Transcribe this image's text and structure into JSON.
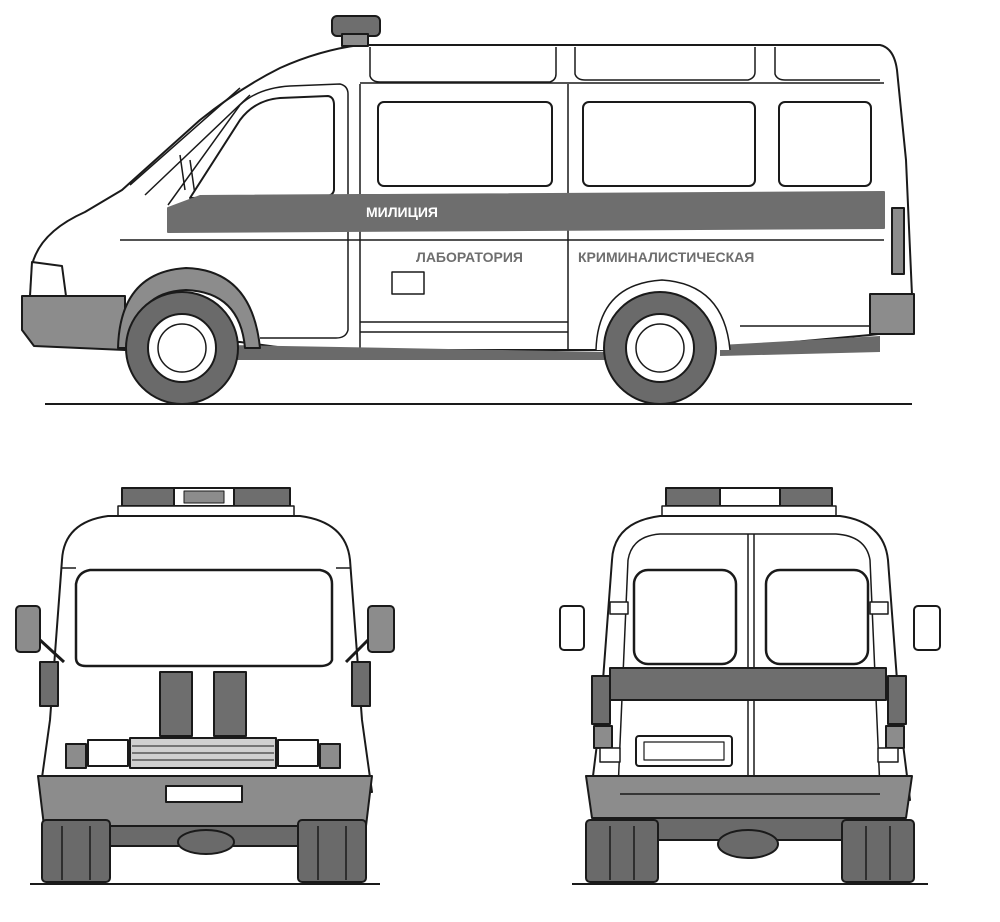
{
  "side_view": {
    "stripe_text": "МИЛИЦИЯ",
    "body_text_1": "ЛАБОРАТОРИЯ",
    "body_text_2": "КРИМИНАЛИСТИЧЕСКАЯ"
  },
  "colors": {
    "outline": "#1a1a1a",
    "body": "#ffffff",
    "stripe": "#6e6e6e",
    "bumper": "#8c8c8c",
    "tire": "#6a6a6a"
  }
}
